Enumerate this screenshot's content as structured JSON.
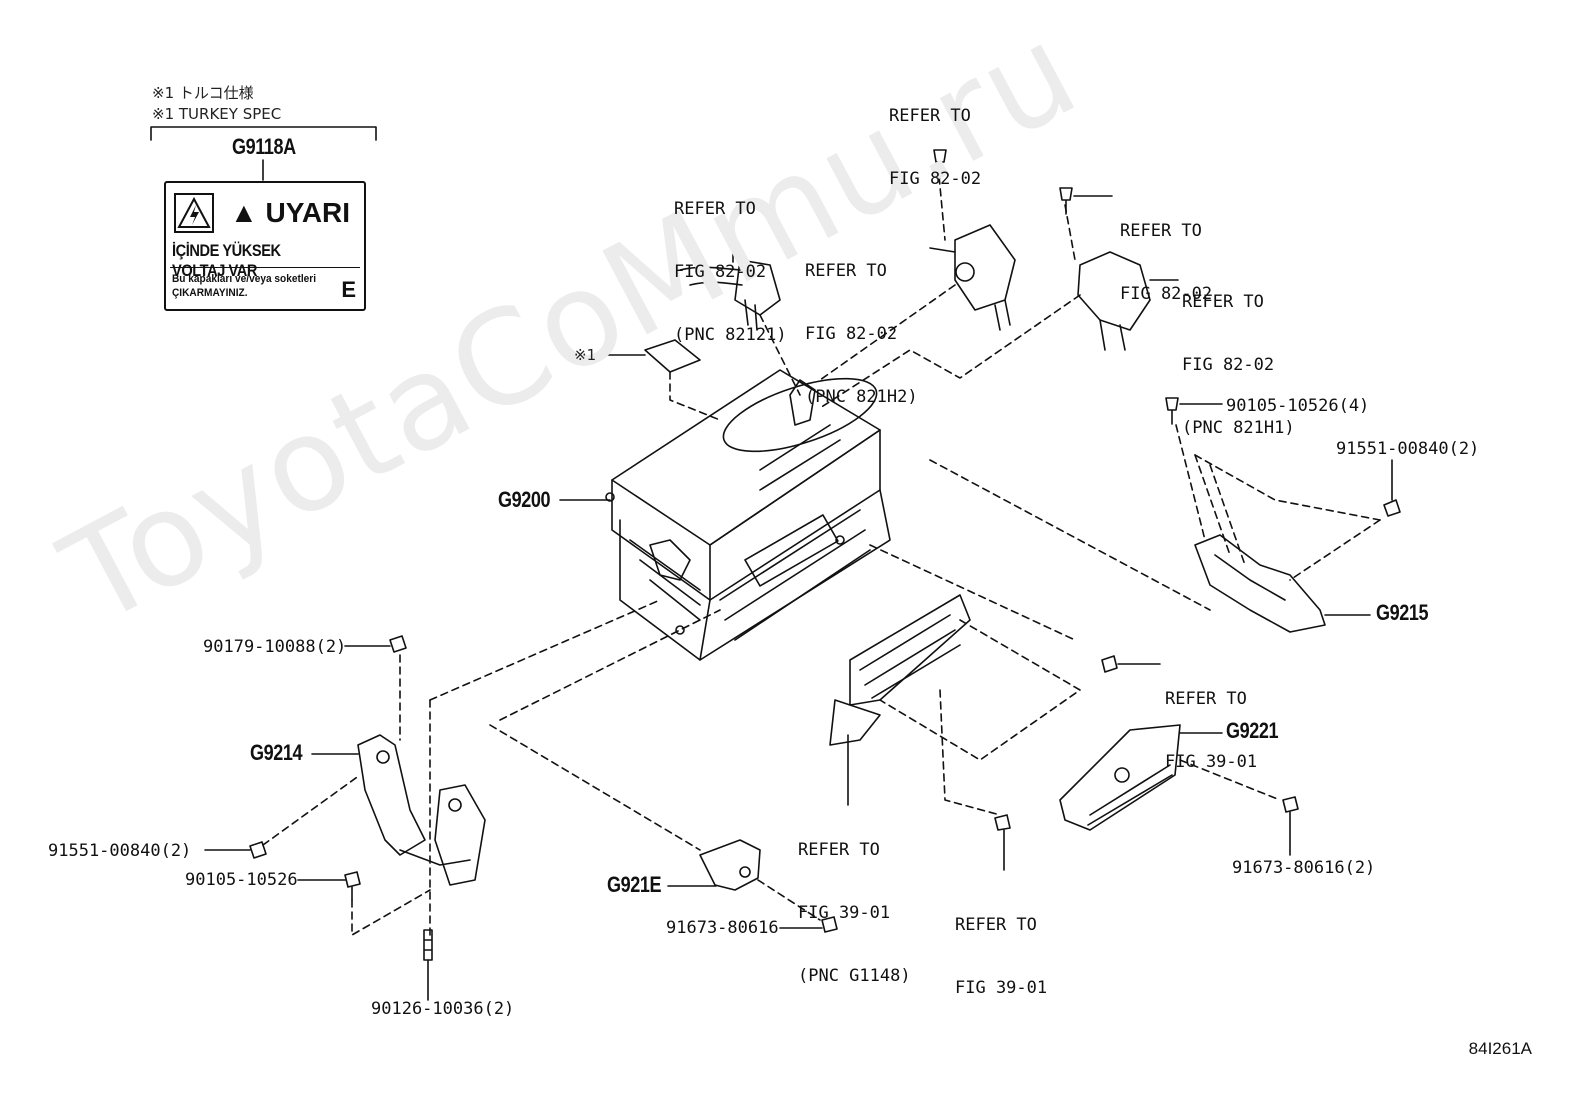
{
  "watermark": "ToyotaCoMmu.ru",
  "figure_code": "84I261A",
  "spec_note": {
    "jp": "※1 トルコ仕様",
    "en": "※1 TURKEY SPEC"
  },
  "label_part": "G9118A",
  "warning_label": {
    "title": "UYARI",
    "line1": "İÇİNDE YÜKSEK VOLTAJ VAR",
    "line2a": "Bu kapakları ve/veya soketleri",
    "line2b": "ÇIKARMAYINIZ.",
    "corner": "E"
  },
  "note_marker": "※1",
  "callouts": {
    "refer_82121": {
      "l1": "REFER TO",
      "l2": "FIG 82-02",
      "l3": "(PNC 82121)"
    },
    "refer_top": {
      "l1": "REFER TO",
      "l2": "FIG 82-02"
    },
    "refer_821h2": {
      "l1": "REFER TO",
      "l2": "FIG 82-02",
      "l3": "(PNC 821H2)"
    },
    "refer_bolt_right": {
      "l1": "REFER TO",
      "l2": "FIG 82-02"
    },
    "refer_821h1": {
      "l1": "REFER TO",
      "l2": "FIG 82-02",
      "l3": "(PNC 821H1)"
    },
    "refer_39_right": {
      "l1": "REFER TO",
      "l2": "FIG 39-01"
    },
    "refer_g1148": {
      "l1": "REFER TO",
      "l2": "FIG 39-01",
      "l3": "(PNC G1148)"
    },
    "refer_39_bottom": {
      "l1": "REFER TO",
      "l2": "FIG 39-01"
    }
  },
  "parts": {
    "g9200": "G9200",
    "g9215": "G9215",
    "g9221": "G9221",
    "g9214": "G9214",
    "g921e": "G921E"
  },
  "part_numbers": {
    "p_90105_4": "90105-10526(4)",
    "p_91551_right": "91551-00840(2)",
    "p_90179": "90179-10088(2)",
    "p_91551_left": "91551-00840(2)",
    "p_90105_left": "90105-10526",
    "p_90126": "90126-10036(2)",
    "p_91673_mid": "91673-80616",
    "p_91673_right": "91673-80616(2)"
  }
}
